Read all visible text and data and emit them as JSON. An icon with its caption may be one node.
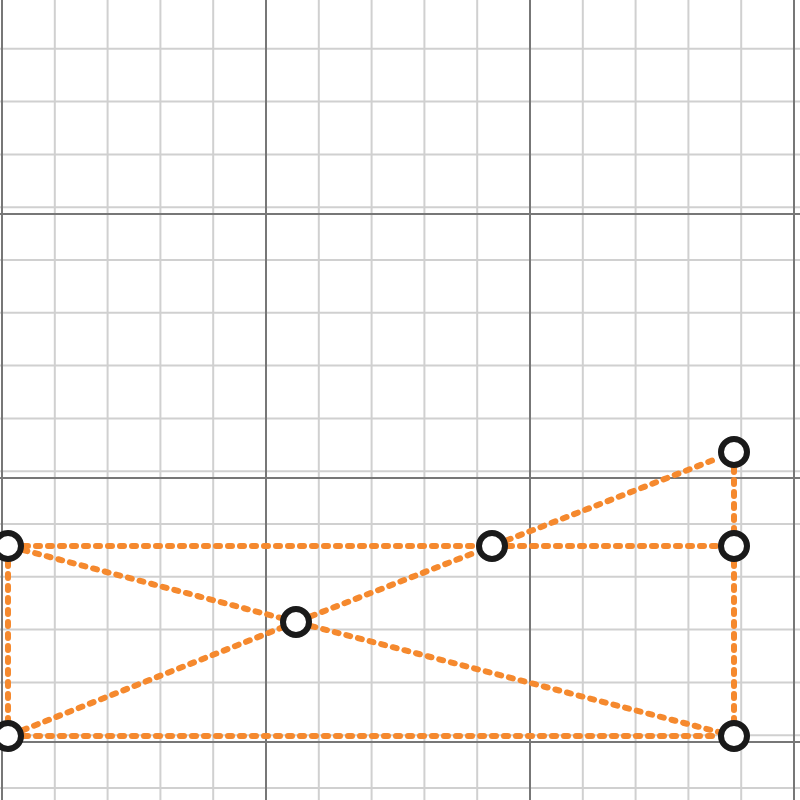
{
  "diagram": {
    "nodes": [
      {
        "text": [],
        "shape": "circle"
      },
      {
        "text": [],
        "shape": "circle"
      },
      {
        "text": [],
        "shape": "circle"
      },
      {
        "text": [],
        "shape": "circle"
      },
      {
        "text": [],
        "shape": "circle"
      },
      {
        "text": [],
        "shape": "circle"
      },
      {
        "text": [],
        "shape": "circle"
      }
    ],
    "edges": [
      {
        "from": 0,
        "to": 3,
        "arrow": "none",
        "style": "dashed"
      },
      {
        "from": 3,
        "to": 5,
        "arrow": "none",
        "style": "dashed"
      },
      {
        "from": 0,
        "to": 1,
        "arrow": "none",
        "style": "dashed"
      },
      {
        "from": 1,
        "to": 6,
        "arrow": "none",
        "style": "dashed"
      },
      {
        "from": 4,
        "to": 5,
        "arrow": "none",
        "style": "dashed"
      },
      {
        "from": 5,
        "to": 6,
        "arrow": "none",
        "style": "dashed"
      },
      {
        "from": 0,
        "to": 2,
        "arrow": "none",
        "style": "dashed"
      },
      {
        "from": 2,
        "to": 6,
        "arrow": "none",
        "style": "dashed"
      },
      {
        "from": 1,
        "to": 2,
        "arrow": "none",
        "style": "dashed"
      },
      {
        "from": 2,
        "to": 3,
        "arrow": "none",
        "style": "dashed"
      },
      {
        "from": 3,
        "to": 4,
        "arrow": "none",
        "style": "dashed"
      }
    ]
  }
}
